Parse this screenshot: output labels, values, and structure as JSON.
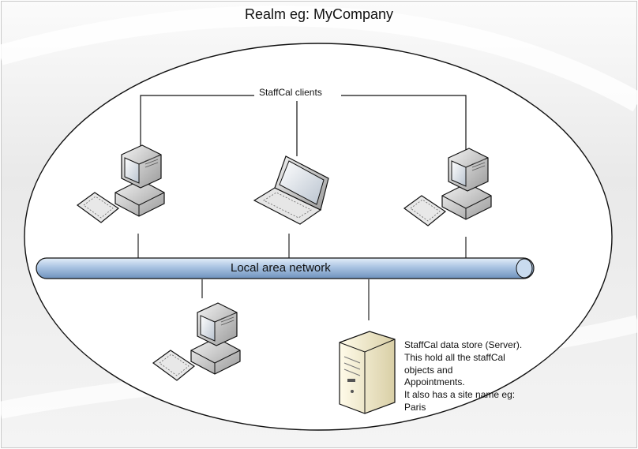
{
  "realm": {
    "title": "Realm eg: MyCompany"
  },
  "clients": {
    "label": "StaffCal clients"
  },
  "network": {
    "label": "Local area network"
  },
  "server": {
    "description_lines": [
      "StaffCal data store (Server).",
      "This hold all the staffCal",
      "objects and",
      "Appointments.",
      "It also has a site name eg:",
      "Paris"
    ]
  },
  "colors": {
    "network_pipe": "#a9c3e2",
    "ellipse_fill": "#ffffff",
    "outline": "#111111"
  },
  "icons": {
    "desktop_left": "desktop-computer-icon",
    "laptop": "laptop-icon",
    "desktop_right": "desktop-computer-icon",
    "desktop_bottom": "desktop-computer-icon",
    "server": "server-tower-icon"
  }
}
